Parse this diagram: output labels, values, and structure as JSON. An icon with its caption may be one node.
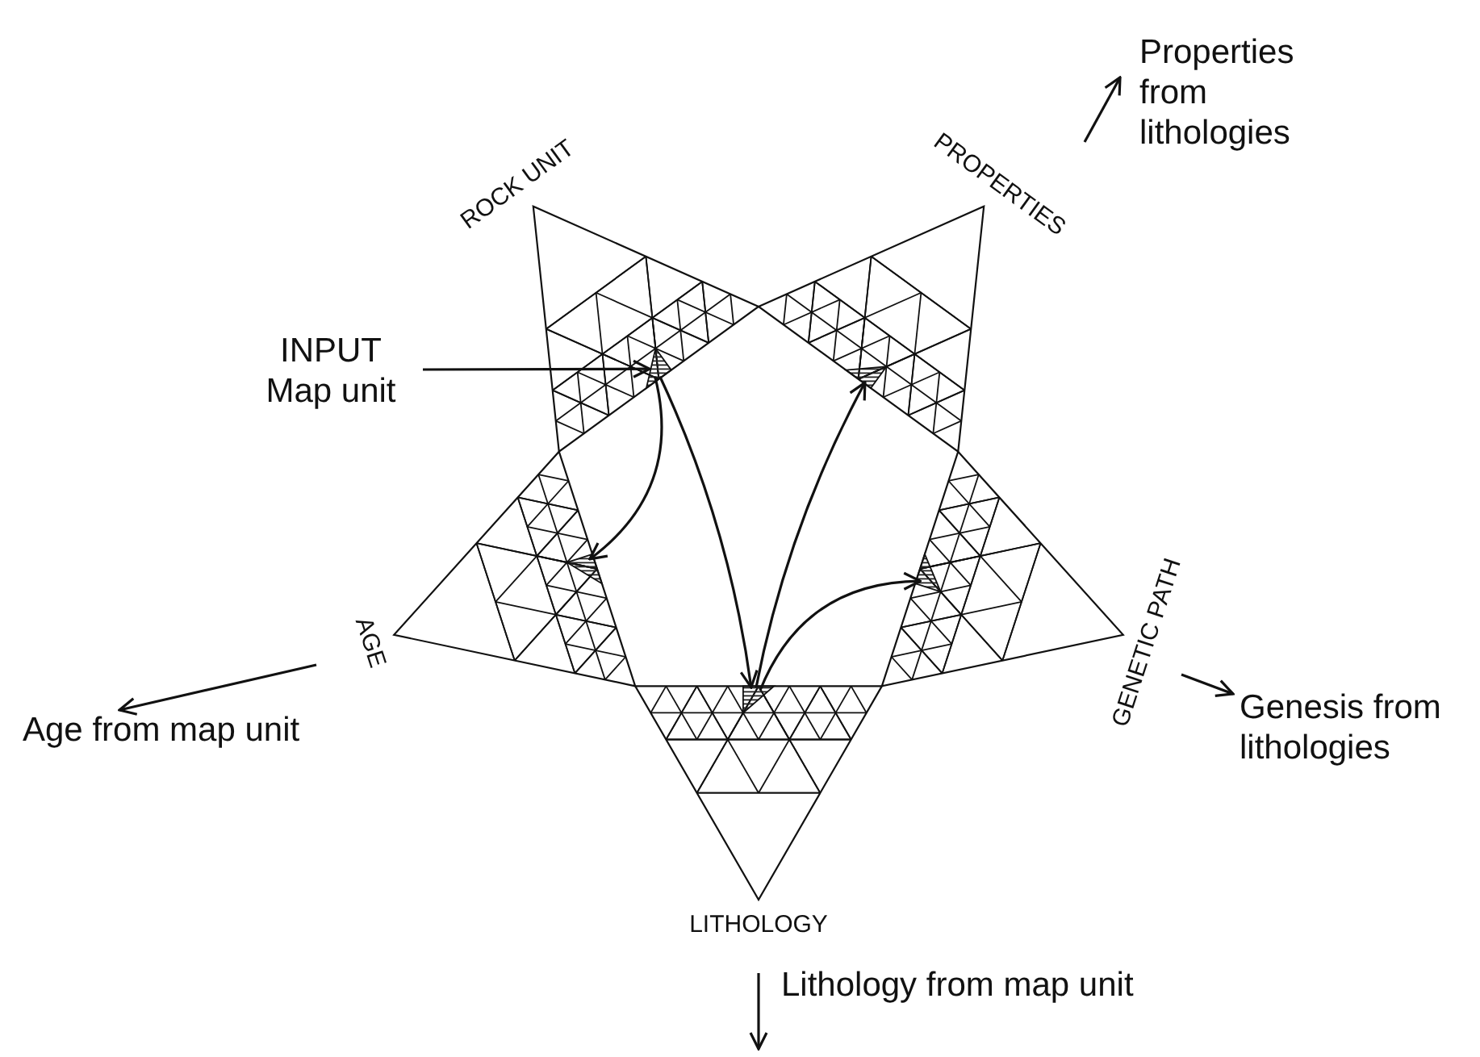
{
  "diagram": {
    "nodes": [
      {
        "text": [
          "ROCK UNIT"
        ]
      },
      {
        "text": [
          "PROPERTIES"
        ]
      },
      {
        "text": [
          "GENETIC PATH"
        ]
      },
      {
        "text": [
          "LITHOLOGY"
        ]
      },
      {
        "text": [
          "AGE"
        ]
      },
      {
        "text": [],
        "shape": "triangle",
        "in": 0
      },
      {
        "text": [],
        "shape": "triangle",
        "in": 1
      },
      {
        "text": [],
        "shape": "triangle",
        "in": 2
      },
      {
        "text": [],
        "shape": "triangle",
        "in": 3
      },
      {
        "text": [],
        "shape": "triangle",
        "in": 4
      },
      {
        "text": [
          "INPUT",
          "Map unit"
        ]
      }
    ],
    "edges": [
      {
        "from": 10,
        "to": 5,
        "arrow": "to"
      },
      {
        "from": 5,
        "to": 9,
        "arrow": "to"
      },
      {
        "from": 5,
        "to": 8,
        "arrow": "to"
      },
      {
        "from": 8,
        "to": 6,
        "arrow": "to"
      },
      {
        "from": 8,
        "to": 7,
        "arrow": "to"
      }
    ],
    "labels": [
      "Properties from lithologies",
      "Age from map unit",
      "Genesis from lithologies",
      "Lithology from map unit"
    ]
  }
}
